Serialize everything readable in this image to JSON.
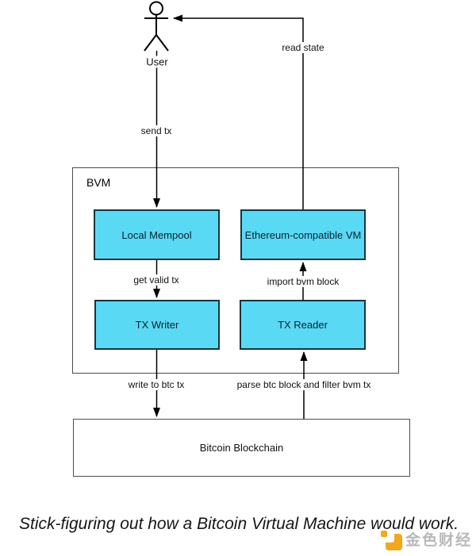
{
  "colors": {
    "node_fill": "#5ad9f5",
    "node_border": "#16353f",
    "line": "#000000",
    "container_border": "#4d4d4d",
    "watermark_orange": "#f2a71f"
  },
  "actor": {
    "label": "User"
  },
  "diagram": {
    "container_label": "BVM",
    "nodes": {
      "local_mempool": {
        "label": "Local Mempool"
      },
      "evm": {
        "label": "Ethereum-compatible VM"
      },
      "tx_writer": {
        "label": "TX Writer"
      },
      "tx_reader": {
        "label": "TX Reader"
      },
      "bitcoin_blockchain": {
        "label": "Bitcoin Blockchain"
      }
    },
    "edges": {
      "send_tx": {
        "label": "send tx"
      },
      "read_state": {
        "label": "read state"
      },
      "get_valid_tx": {
        "label": "get valid tx"
      },
      "import_bvm_block": {
        "label": "import bvm block"
      },
      "write_to_btc_tx": {
        "label": "write to btc tx"
      },
      "parse_btc": {
        "label": "parse btc block and filter bvm tx"
      }
    }
  },
  "caption": "Stick-figuring out how a Bitcoin Virtual Machine would work.",
  "watermark": {
    "text": "金色财经"
  }
}
